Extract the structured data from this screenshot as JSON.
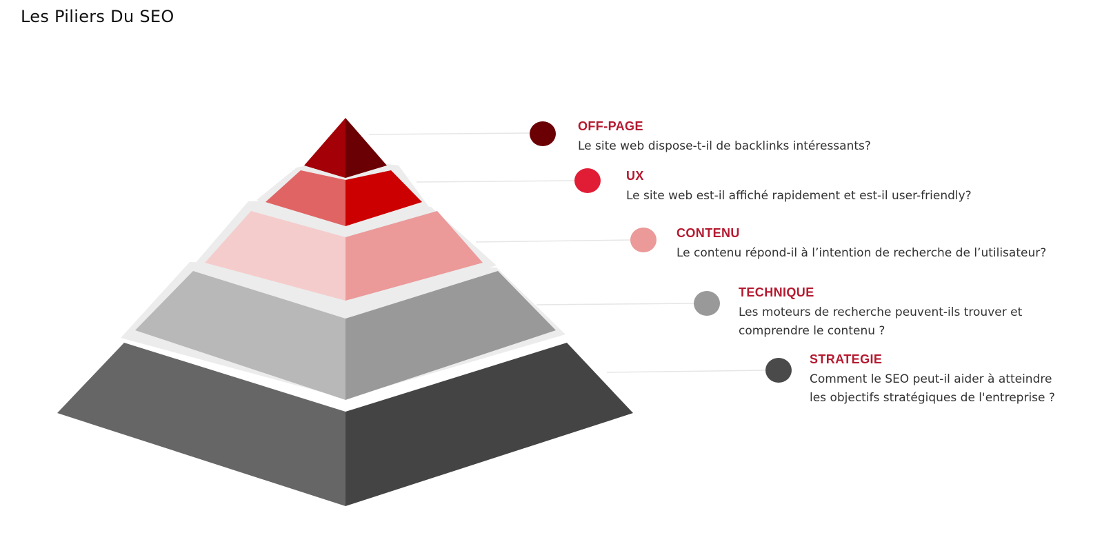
{
  "title": "Les Piliers Du SEO",
  "colors": {
    "label": "#b5192f",
    "text": "#333333",
    "gap": "#ececec",
    "connector": "#e6e6e6"
  },
  "pillars": [
    {
      "id": "off-page",
      "label": "OFF-PAGE",
      "lines": [
        "Le site web dispose-t-il de backlinks intéressants?"
      ],
      "left_color": "#a30008",
      "right_color": "#6b0004",
      "dot_color": "#6b0004"
    },
    {
      "id": "ux",
      "label": "UX",
      "lines": [
        "Le site web est-il affiché rapidement et est-il user-friendly?"
      ],
      "left_color": "#e06464",
      "right_color": "#cc0000",
      "dot_color": "#e11d36"
    },
    {
      "id": "contenu",
      "label": "CONTENU",
      "lines": [
        "Le contenu répond-il à l’intention de recherche de l’utilisateur?"
      ],
      "left_color": "#f5cccc",
      "right_color": "#eb9999",
      "dot_color": "#eb9999"
    },
    {
      "id": "technique",
      "label": "TECHNIQUE",
      "lines": [
        "Les moteurs de recherche peuvent-ils trouver et",
        "comprendre le contenu ?"
      ],
      "left_color": "#b8b8b8",
      "right_color": "#999999",
      "dot_color": "#999999"
    },
    {
      "id": "strategie",
      "label": "STRATEGIE",
      "lines": [
        "Comment le SEO peut-il aider à atteindre",
        "les objectifs stratégiques de l'entreprise ?"
      ],
      "left_color": "#666666",
      "right_color": "#444444",
      "dot_color": "#4a4a4a"
    }
  ]
}
